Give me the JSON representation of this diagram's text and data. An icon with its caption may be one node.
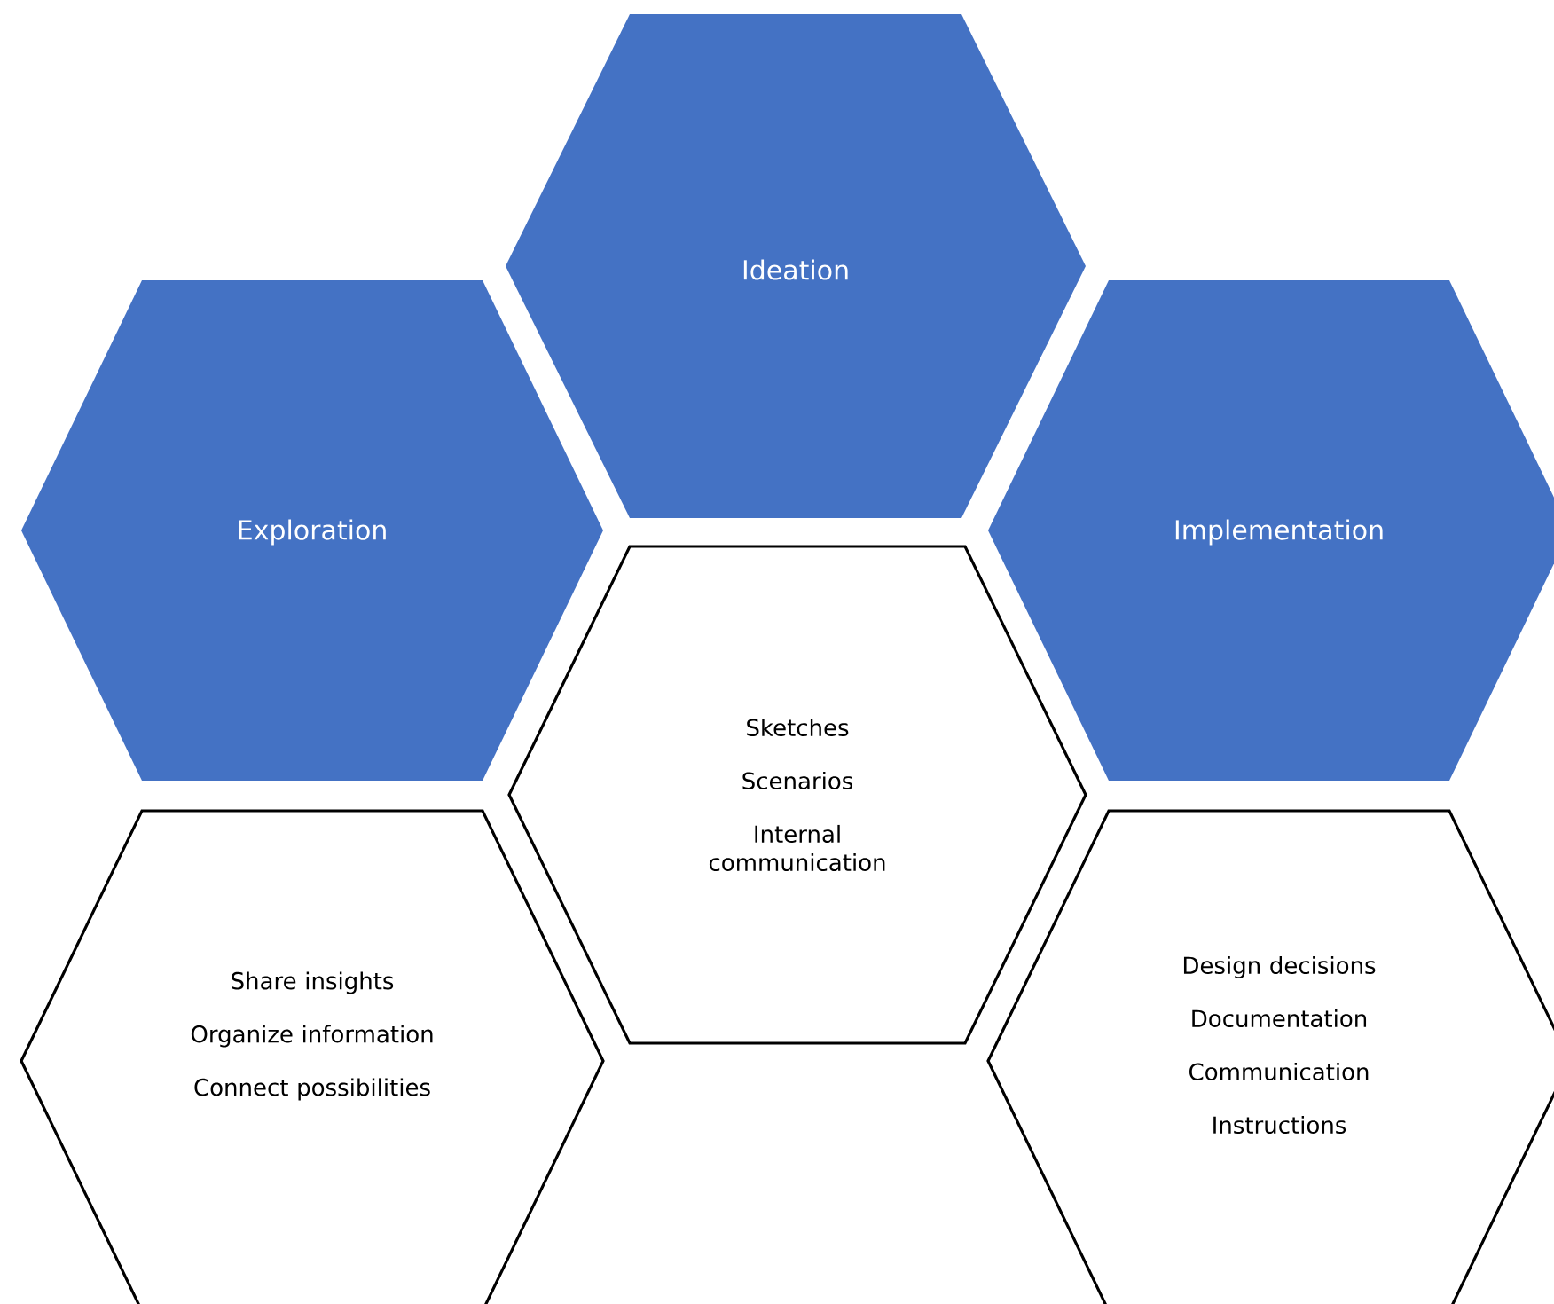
{
  "diagram": {
    "nodes": [
      {
        "text": [
          "Ideation"
        ]
      },
      {
        "text": [
          "Exploration"
        ]
      },
      {
        "text": [
          "Implementation"
        ]
      },
      {
        "text": [
          "Sketches",
          "Scenarios",
          "Internal communication"
        ]
      },
      {
        "text": [
          "Share insights",
          "Organize information",
          "Connect possibilities"
        ]
      },
      {
        "text": [
          "Design decisions",
          "Documentation",
          "Communication",
          "Instructions"
        ]
      }
    ]
  }
}
